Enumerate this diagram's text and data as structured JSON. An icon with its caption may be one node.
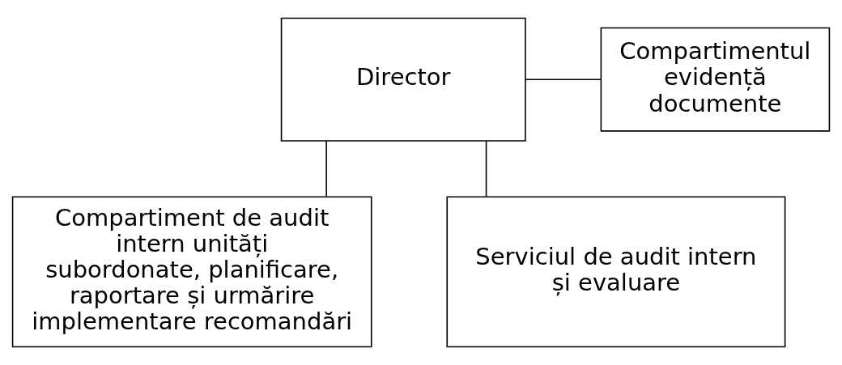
{
  "diagram": {
    "nodes": [
      {
        "text": [
          "Director"
        ]
      },
      {
        "text": [
          "Compartimentul evidență documente"
        ]
      },
      {
        "text": [
          "Compartiment de audit intern unități subordonate, planificare, raportare și urmărire implementare recomandări"
        ]
      },
      {
        "text": [
          "Serviciul de audit intern și evaluare"
        ]
      }
    ],
    "edges": [
      {
        "from": 0,
        "to": 1,
        "arrow": "none"
      },
      {
        "from": 0,
        "to": 2,
        "arrow": "none"
      },
      {
        "from": 0,
        "to": 3,
        "arrow": "none"
      }
    ]
  }
}
